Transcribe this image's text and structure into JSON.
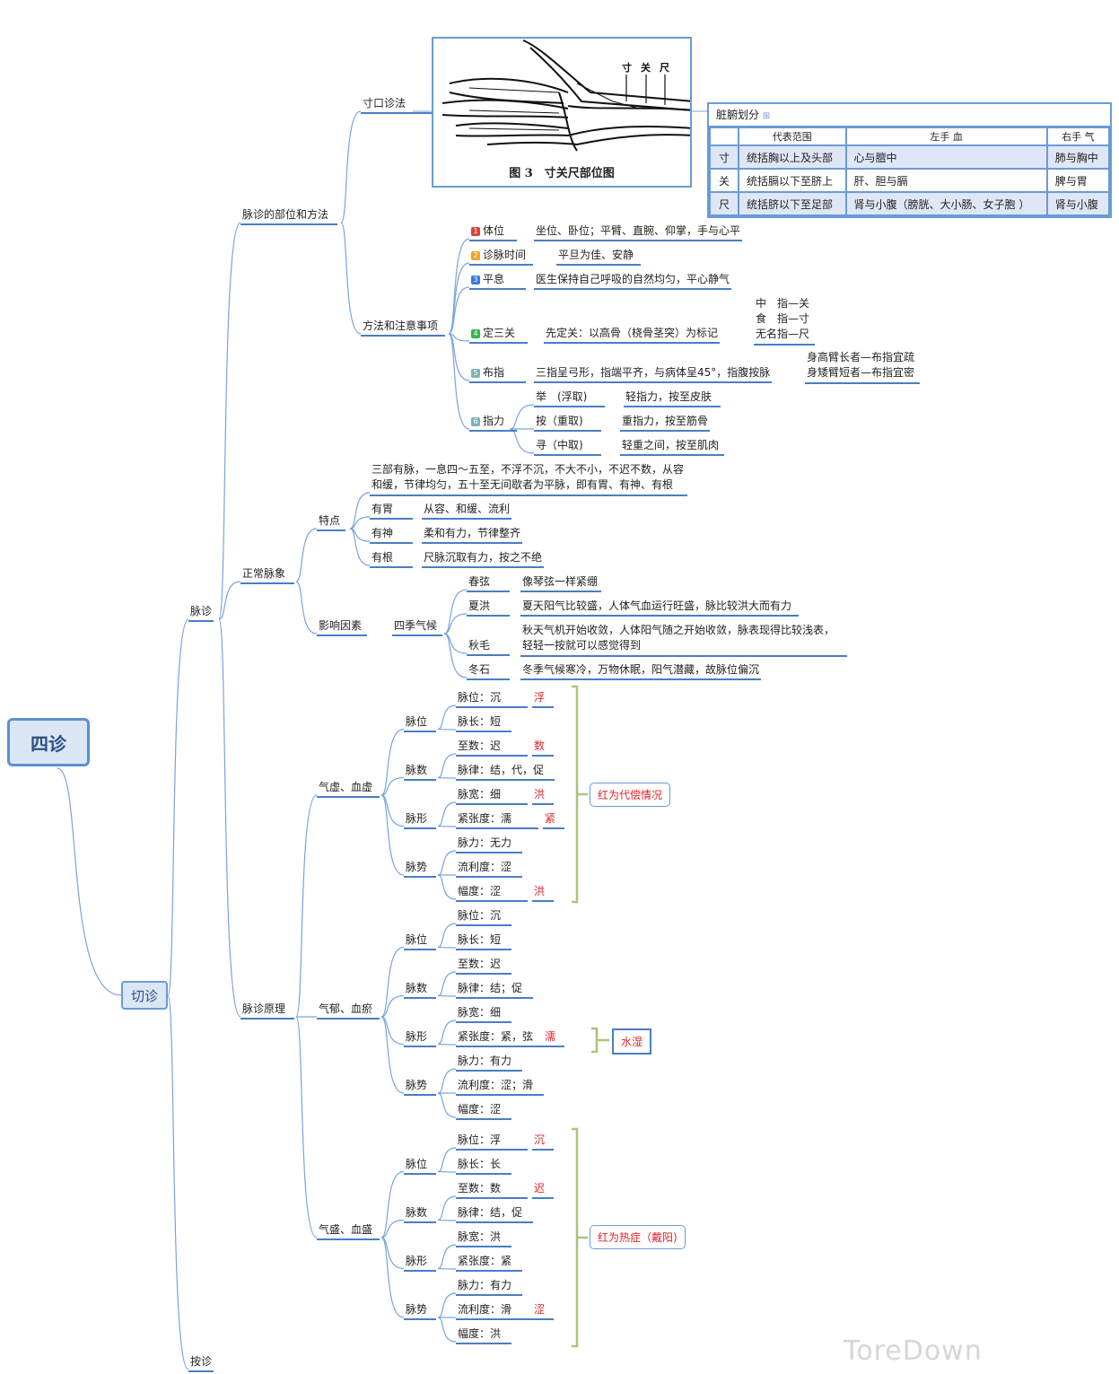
{
  "root": {
    "label": "四诊"
  },
  "level1": {
    "qiezhen": "切诊"
  },
  "level2": {
    "maizhen": "脉诊",
    "anzhen": "按诊"
  },
  "section1": {
    "label": "脉诊的部位和方法",
    "cunkou": {
      "label": "寸口诊法",
      "figure": {
        "caption": "图 3　寸关尺部位图",
        "marks": [
          "寸",
          "关",
          "尺"
        ]
      },
      "table": {
        "title": "脏腑划分",
        "headers": [
          "",
          "代表范围",
          "左手 血",
          "右手 气"
        ],
        "rows": [
          [
            "寸",
            "统括胸以上及头部",
            "心与膻中",
            "肺与胸中"
          ],
          [
            "关",
            "统括膈以下至脐上",
            "肝、胆与膈",
            "脾与胃"
          ],
          [
            "尺",
            "统括脐以下至足部",
            "肾与小腹（膀胱、大小肠、女子胞 ）",
            "肾与小腹"
          ]
        ]
      }
    },
    "methods": {
      "label": "方法和注意事项",
      "items": [
        {
          "num": "1",
          "color": "#e0403a",
          "label": "体位",
          "desc": "坐位、卧位；平臂、直腕、仰掌，手与心平"
        },
        {
          "num": "2",
          "color": "#f2a623",
          "label": "诊脉时间",
          "desc": "平旦为佳、安静"
        },
        {
          "num": "3",
          "color": "#3b7de0",
          "label": "平息",
          "desc": "医生保持自己呼吸的自然均匀，平心静气"
        },
        {
          "num": "4",
          "color": "#2db84b",
          "label": "定三关",
          "desc": "先定关：以高骨（桡骨茎突）为标记",
          "extra": [
            "中　指—关",
            "食　指—寸",
            "无名指—尺"
          ]
        },
        {
          "num": "5",
          "color": "#7fb0b8",
          "label": "布指",
          "desc": "三指呈弓形，指端平齐，与病体呈45°，指腹按脉",
          "extra": [
            "身高臂长者—布指宜疏",
            "身矮臂短者—布指宜密"
          ]
        },
        {
          "num": "6",
          "color": "#7fb0b8",
          "label": "指力",
          "sub": [
            {
              "label": "举　(浮取)",
              "desc": "轻指力，按至皮肤"
            },
            {
              "label": "按（重取)",
              "desc": "重指力，按至筋骨"
            },
            {
              "label": "寻（中取)",
              "desc": "轻重之间，按至肌肉"
            }
          ]
        }
      ]
    }
  },
  "section2": {
    "label": "正常脉象",
    "features": {
      "label": "特点",
      "summary": [
        "三部有脉，一息四～五至，不浮不沉，不大不小，不迟不数，从容",
        "和缓，节律均匀，五十至无间歇者为平脉，即有胃、有神、有根"
      ],
      "items": [
        {
          "label": "有胃",
          "desc": "从容、和缓、流利"
        },
        {
          "label": "有神",
          "desc": "柔和有力，节律整齐"
        },
        {
          "label": "有根",
          "desc": "尺脉沉取有力，按之不绝"
        }
      ]
    },
    "factors": {
      "label": "影响因素",
      "sub": "四季气候",
      "items": [
        {
          "label": "春弦",
          "desc": [
            "像琴弦一样紧绷"
          ]
        },
        {
          "label": "夏洪",
          "desc": [
            "夏天阳气比较盛，人体气血运行旺盛，脉比较洪大而有力"
          ]
        },
        {
          "label": "秋毛",
          "desc": [
            "秋天气机开始收敛，人体阳气随之开始收敛，脉表现得比较浅表，",
            "轻轻一按就可以感觉得到"
          ]
        },
        {
          "label": "冬石",
          "desc": [
            "冬季气候寒冷，万物休眠，阳气潜藏，故脉位偏沉"
          ]
        }
      ]
    }
  },
  "section3": {
    "label": "脉诊原理",
    "groups": [
      {
        "label": "气虚、血虚",
        "note": "红为代偿情况",
        "cats": [
          {
            "label": "脉位",
            "items": [
              {
                "text": "脉位：沉",
                "red": "浮"
              },
              {
                "text": "脉长：短",
                "red": ""
              }
            ]
          },
          {
            "label": "脉数",
            "items": [
              {
                "text": "至数：迟",
                "red": "数"
              },
              {
                "text": "脉律：结，代，促",
                "red": ""
              }
            ]
          },
          {
            "label": "脉形",
            "items": [
              {
                "text": "脉宽：细",
                "red": "洪"
              },
              {
                "text": "紧张度：濡",
                "red": "紧"
              }
            ]
          },
          {
            "label": "脉势",
            "items": [
              {
                "text": "脉力：无力",
                "red": ""
              },
              {
                "text": "流利度：涩",
                "red": ""
              },
              {
                "text": "幅度：涩",
                "red": "洪"
              }
            ]
          }
        ]
      },
      {
        "label": "气郁、血瘀",
        "note": "水湿",
        "cats": [
          {
            "label": "脉位",
            "items": [
              {
                "text": "脉位：沉",
                "red": ""
              },
              {
                "text": "脉长：短",
                "red": ""
              }
            ]
          },
          {
            "label": "脉数",
            "items": [
              {
                "text": "至数：迟",
                "red": ""
              },
              {
                "text": "脉律：结；促",
                "red": ""
              }
            ]
          },
          {
            "label": "脉形",
            "items": [
              {
                "text": "脉宽：细",
                "red": ""
              },
              {
                "text": "紧张度：紧，弦",
                "red": "濡"
              }
            ]
          },
          {
            "label": "脉势",
            "items": [
              {
                "text": "脉力：有力",
                "red": ""
              },
              {
                "text": "流利度：涩；滑",
                "red": ""
              },
              {
                "text": "幅度：涩",
                "red": ""
              }
            ]
          }
        ]
      },
      {
        "label": "气盛、血盛",
        "note": "红为热症（戴阳)",
        "cats": [
          {
            "label": "脉位",
            "items": [
              {
                "text": "脉位：浮",
                "red": "沉"
              },
              {
                "text": "脉长：长",
                "red": ""
              }
            ]
          },
          {
            "label": "脉数",
            "items": [
              {
                "text": "至数：数",
                "red": "迟"
              },
              {
                "text": "脉律：结，促",
                "red": ""
              }
            ]
          },
          {
            "label": "脉形",
            "items": [
              {
                "text": "脉宽：洪",
                "red": ""
              },
              {
                "text": " 紧张度：紧",
                "red": ""
              }
            ]
          },
          {
            "label": "脉势",
            "items": [
              {
                "text": "脉力：有力",
                "red": ""
              },
              {
                "text": "流利度：滑",
                "red": "涩"
              },
              {
                "text": "幅度：洪",
                "red": ""
              }
            ]
          }
        ]
      }
    ]
  },
  "watermark": "ToreDown",
  "colors": {
    "line": "#4a7dc4",
    "connector": "#7aa3dc",
    "accent_red": "#e0262b",
    "bracket": "#a9c47f",
    "root_fill": "#dce7f5"
  }
}
